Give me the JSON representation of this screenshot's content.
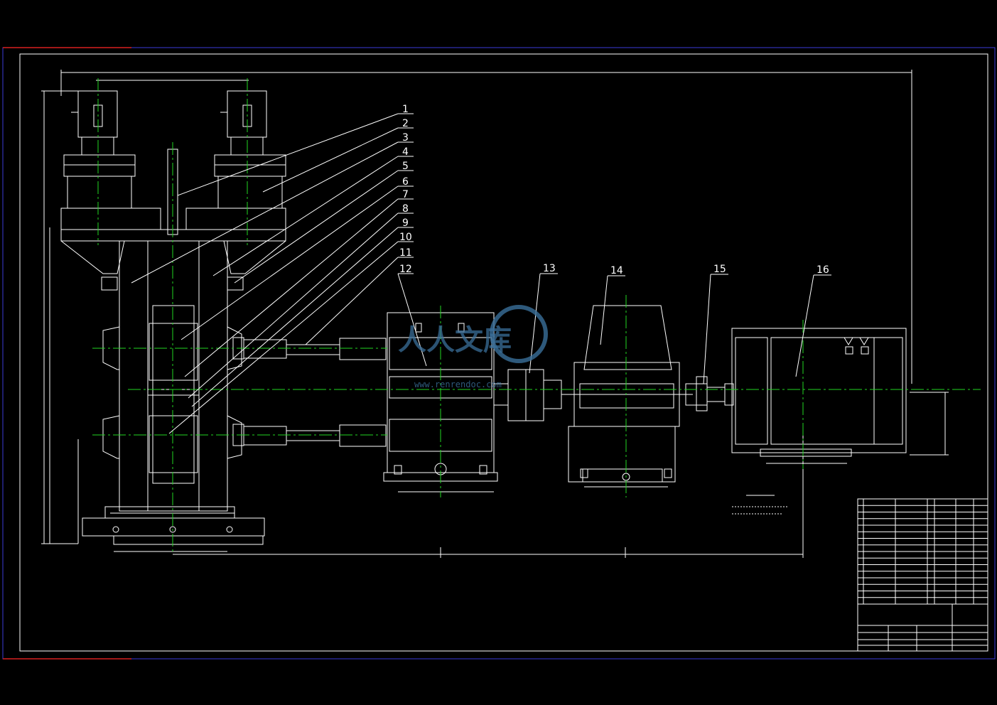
{
  "drawing": {
    "part_labels": [
      "1",
      "2",
      "3",
      "4",
      "5",
      "6",
      "7",
      "8",
      "9",
      "10",
      "11",
      "12",
      "13",
      "14",
      "15",
      "16"
    ],
    "colors": {
      "background": "#000000",
      "geometry": "#ffffff",
      "centerline": "#22d622",
      "frame": "#3a3ad8",
      "corner_mark": "#d82020"
    }
  },
  "watermark": {
    "brand": "人人文库",
    "url": "www.renrendoc.com"
  }
}
